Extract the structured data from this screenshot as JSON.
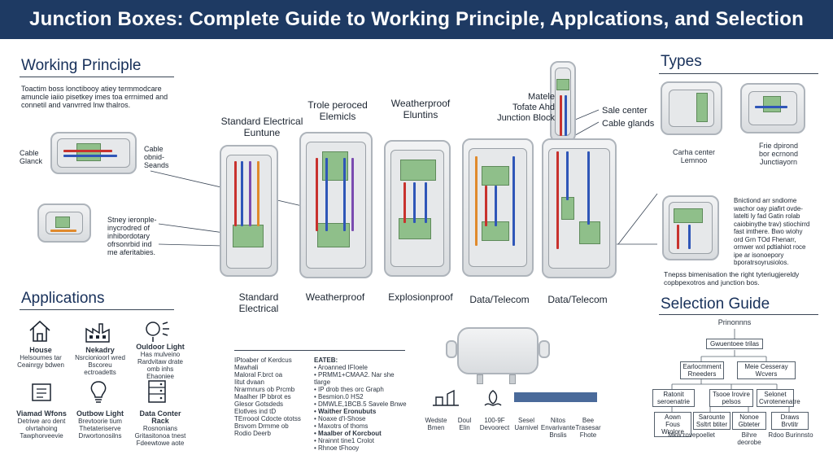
{
  "header": {
    "title": "Junction Boxes: Complete Guide to Working Principle, Applcations, and Selection"
  },
  "working_principle": {
    "title": "Working Principle",
    "intro": [
      "Toactim boss lonctibooy atiey termmodcare",
      "amuncle iaiio pisetkey imes toa errnimed and",
      "connetil and vanvrred lnw thalros."
    ],
    "cable_gland_left": [
      "Cable",
      "Glanck"
    ],
    "cable_gland_right": [
      "Cable",
      "obnid-",
      "Seands"
    ],
    "note": [
      "Stney ieronple-",
      "inycrodred of",
      "inhibordotary",
      "ofrsonrbid ind",
      "me aferitabies."
    ]
  },
  "diagram_labels": {
    "standard_top": [
      "Standard Electrical",
      "Euntune"
    ],
    "triple_top": [
      "Trole peroced",
      "Elemicls"
    ],
    "weatherproof_top": [
      "Weatherproof",
      "Eluntins"
    ],
    "matele": [
      "Matele",
      "Tofate Ahd",
      "Junction Block"
    ],
    "sale_center": [
      "Sale center",
      "Cable glands"
    ],
    "bottom": [
      "Standard Electrical",
      "Weatherproof",
      "Explosionproof",
      "Data/Telecom",
      "Data/Telecom"
    ]
  },
  "types": {
    "title": "Types",
    "item1": [
      "Carha center",
      "Lemnoo"
    ],
    "item2": [
      "Frie dpirond",
      "bor ecrnond",
      "Junctiayorn"
    ],
    "desc": [
      "Bnictiond arr sndiome",
      "wachor oay piafirt ovde-",
      "latelti ly fad  Gatin rolab",
      "caiobinythe trav) stiochirrd",
      "fast imthere. Bwo wiohy",
      "ord  Grn  TOd   Fhenarr,",
      "ornwer wxl pdtiahiot roce",
      "ipe ar isonoepory",
      "bporatrsoyrusiolos."
    ],
    "footer": [
      "Tnepss bimenisation the right tyteriugjereldy",
      "copbpexotros and junction bos."
    ]
  },
  "applications": {
    "title": "Applications",
    "items": [
      {
        "name": "House",
        "lines": [
          "Helsoumes tar",
          "Ceainrgy bdwen"
        ]
      },
      {
        "name": "Nekadry",
        "lines": [
          "Nsrcionioorl wred",
          "Bscoreu ectroadetts"
        ]
      },
      {
        "name": "Ouldoor Light",
        "lines": [
          "Has mulveino",
          "Rardvitaw drate",
          "omb inhs",
          "Ehaoniee"
        ]
      },
      {
        "name": "Viamad Wfons",
        "lines": [
          "Detriwe aro dent",
          "olvrtahoing",
          "Tawphorveevie"
        ]
      },
      {
        "name": "Outbow Light",
        "lines": [
          "Brevtoorie tium",
          "Thetateriserve",
          "Drwortonosilns"
        ]
      },
      {
        "name": "Data Conter Rack",
        "lines": [
          "Rosnonians",
          "Gritasitonoa tnest",
          "Fdeewtowe aote"
        ]
      }
    ]
  },
  "spec_list_left": [
    "IPtoaber of Kerdcus",
    "Mawhali",
    "Maloral F.brct oa",
    "Iitut dvaan",
    "Nrarmnurs ob Prcmb",
    "Maalher IP bbrot es",
    "Glesor Gotsdeds",
    "Elotlves ind tD",
    "TErroool Cdocte ototss",
    "Brsvom Drmme ob",
    "Rodio Deerb"
  ],
  "spec_list_right": [
    "EATEB:",
    "• Aroanned IFIoele",
    "• PRMM1+CMAA2. Nar she tlarge",
    "• IP drob thes orc Graph",
    "• Besmion.0 HS2",
    "• DMWLE,1BCB.5 Savele Bnwe",
    "• Waither Eronubuts",
    "• Noaxe d'l-Shose",
    "• Maxotrs of thoms",
    "• Maalber of Korcbout",
    "• Nrainnt tine1 Crolot",
    "• Rhnoe tFhooy"
  ],
  "selection": {
    "title": "Selection Guide",
    "root": "Prinonnns",
    "level1": "Gwuentoee trilas",
    "level2": [
      "Earlocmment Rneeders",
      "Meie Cesseray Wcvers"
    ],
    "level3": [
      "Ratonit seroenatrie",
      "Tsooe Irovire pelsos",
      "Selonet Cvrotenenatre"
    ],
    "level4": [
      {
        "name": "Aown Fous",
        "sub": "Wrolore"
      },
      {
        "name": "Sarounte",
        "sub": "Ssltrt btiter"
      },
      {
        "name": "Nonoe",
        "sub": "Gbteter"
      },
      {
        "name": "Draws",
        "sub": "Brvtitr"
      }
    ],
    "level4_notes": [
      "Mkw rovepoellet",
      "Bihre deorobe",
      "Rdoo Burinnsto"
    ]
  },
  "bottom_icons": {
    "items": [
      {
        "name": "Wedste",
        "sub": "Bmen"
      },
      {
        "name": "Doul",
        "sub": "Elin"
      },
      {
        "name": "100-9F",
        "sub": "Devoorect"
      },
      {
        "name": "Sesel",
        "sub": "Uarnivel"
      },
      {
        "name": "Nitos",
        "sub": "Envarivante",
        "note": "Bnslis"
      },
      {
        "name": "Bee",
        "sub": "Trasesar",
        "note": "Fhote"
      }
    ]
  },
  "colors": {
    "banner": "#1e3a63",
    "accent": "#17305a",
    "wire_red": "#c8322e",
    "wire_blue": "#2f56b8",
    "terminal": "#8fbf8a"
  }
}
